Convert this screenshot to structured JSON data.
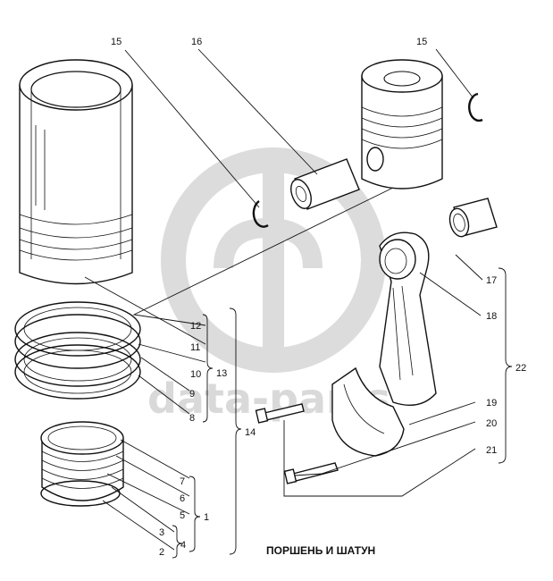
{
  "title": "ПОРШЕНЬ И ШАТУН",
  "watermark": {
    "text": "data-parts",
    "color": "#d9d9d9"
  },
  "labels": {
    "l15a": "15",
    "l16": "16",
    "l15b": "15",
    "l17": "17",
    "l18": "18",
    "l12": "12",
    "l11": "11",
    "l10": "10",
    "l13": "13",
    "l9": "9",
    "l8": "8",
    "l14": "14",
    "l22": "22",
    "l19": "19",
    "l20": "20",
    "l21": "21",
    "l7": "7",
    "l6": "6",
    "l5": "5",
    "l1": "1",
    "l3": "3",
    "l4": "4",
    "l2": "2"
  },
  "parts": {
    "liner": "cylinder-liner",
    "compression_rings": "compression-rings",
    "oil_rings": "oil-ring-set",
    "piston": "piston",
    "pin": "piston-pin",
    "circlip_left": "circlip",
    "circlip_right": "circlip",
    "bushing": "small-end-bushing",
    "rod": "connecting-rod",
    "cap": "rod-cap",
    "bolts": "rod-bolts"
  }
}
